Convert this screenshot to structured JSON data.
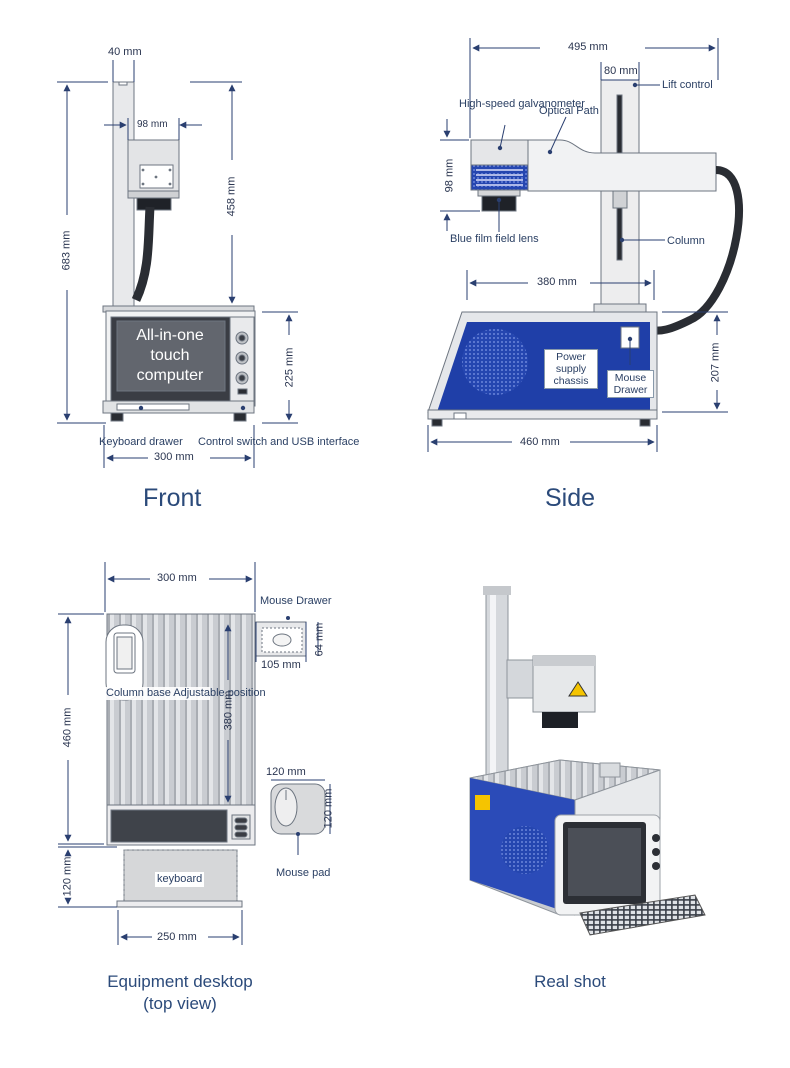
{
  "front": {
    "title": "Front",
    "dims": {
      "top_width": "40 mm",
      "head_width": "98 mm",
      "column_height": "458 mm",
      "total_height": "683 mm",
      "base_height": "225 mm",
      "base_width": "300 mm"
    },
    "screen_text": "All-in-one touch computer",
    "labels": {
      "keyboard_drawer": "Keyboard drawer",
      "control_switch": "Control switch and USB interface"
    }
  },
  "side": {
    "title": "Side",
    "dims": {
      "total_width": "495 mm",
      "top_width": "80 mm",
      "head_height": "98 mm",
      "arm_width": "380 mm",
      "base_height": "207 mm",
      "base_width": "460 mm"
    },
    "labels": {
      "lift_control": "Lift control",
      "galvanometer": "High-speed galvanometer",
      "optical_path": "Optical Path",
      "field_lens": "Blue film field lens",
      "column": "Column",
      "power_supply": "Power supply chassis",
      "mouse_drawer": "Mouse Drawer"
    }
  },
  "top_view": {
    "caption_line1": "Equipment desktop",
    "caption_line2": "(top view)",
    "dims": {
      "width": "300 mm",
      "depth": "460 mm",
      "column_travel": "380 mm",
      "drawer_width": "105 mm",
      "drawer_depth": "64 mm",
      "pad_width": "120 mm",
      "pad_depth": "120 mm",
      "keyboard_depth": "120 mm",
      "keyboard_width": "250 mm"
    },
    "labels": {
      "mouse_drawer": "Mouse Drawer",
      "column_base": "Column base Adjustable position",
      "mouse_pad": "Mouse pad",
      "keyboard": "keyboard"
    }
  },
  "real_shot": {
    "caption": "Real shot"
  },
  "colors": {
    "accent": "#2b4a7a",
    "blue_panel": "#1f3fa8",
    "dimension_line": "#2a3550"
  }
}
